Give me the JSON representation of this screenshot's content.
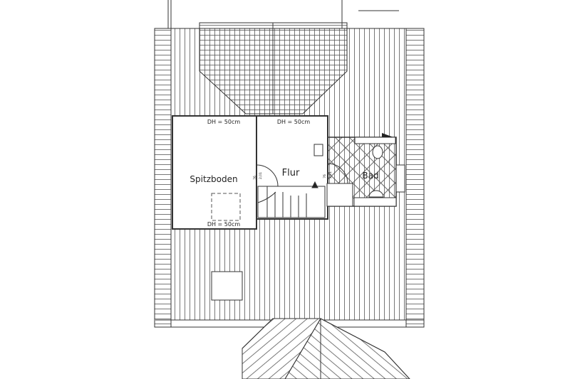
{
  "plan": {
    "rooms": [
      {
        "name": "Spitzboden"
      },
      {
        "name": "Flur"
      },
      {
        "name": "Bad"
      }
    ],
    "height_notes": [
      "DH = 50cm",
      "DH = 50cm",
      "DH = 50cm"
    ],
    "door_labels": [
      {
        "width": "76",
        "height": "2,01"
      },
      {
        "width": "76",
        "height": "2,01"
      }
    ],
    "colors": {
      "line": "#333333",
      "hatch": "#555555",
      "background": "#ffffff"
    }
  }
}
